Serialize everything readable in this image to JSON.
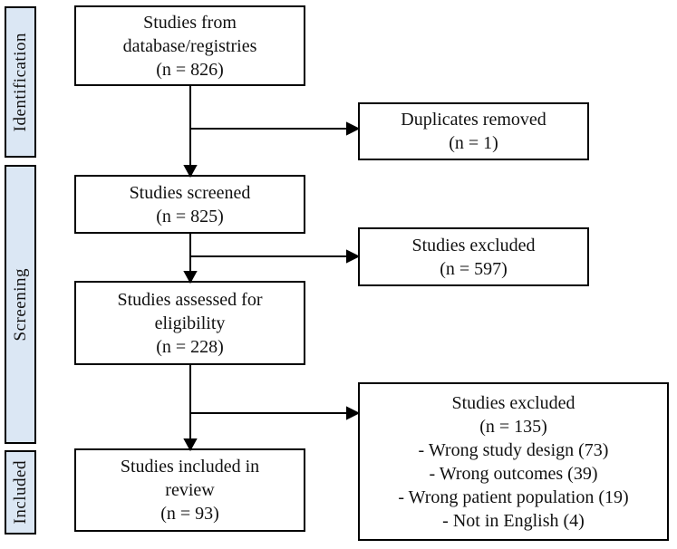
{
  "sidebar": {
    "stages": [
      {
        "label": "Identification"
      },
      {
        "label": "Screening"
      },
      {
        "label": "Included"
      }
    ]
  },
  "boxes": {
    "records": {
      "lines": [
        "Studies from",
        "database/registries",
        "(n = 826)"
      ]
    },
    "duplicates": {
      "lines": [
        "Duplicates removed",
        "(n = 1)"
      ]
    },
    "screened": {
      "lines": [
        "Studies screened",
        "(n = 825)"
      ]
    },
    "excluded_screening": {
      "lines": [
        "Studies excluded",
        "(n = 597)"
      ]
    },
    "assessed": {
      "lines": [
        "Studies assessed for",
        "eligibility",
        "(n = 228)"
      ]
    },
    "excluded_eligibility": {
      "lines": [
        "Studies excluded",
        "(n = 135)"
      ],
      "reasons": [
        {
          "bullet": "-",
          "label": "Wrong study design (73)"
        },
        {
          "bullet": "-",
          "label": "Wrong outcomes (39)"
        },
        {
          "bullet": "-",
          "label": "Wrong patient population (19)"
        },
        {
          "bullet": "-",
          "label": "Not in English (4)"
        }
      ]
    },
    "included": {
      "lines": [
        "Studies included in",
        "review",
        "(n = 93)"
      ]
    }
  },
  "colors": {
    "stage_fill": "#dbe7f4",
    "box_border": "#000000",
    "background": "#ffffff"
  }
}
